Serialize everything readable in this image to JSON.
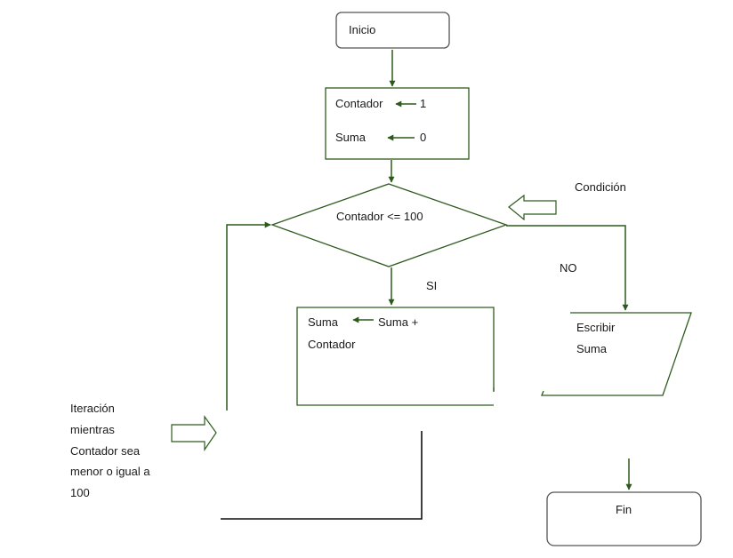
{
  "colors": {
    "stroke": "#2f5a1e",
    "arrow": "#2b5a1a",
    "background": "#ffffff"
  },
  "nodes": {
    "inicio": "Inicio",
    "init_contador_var": "Contador",
    "init_contador_val": "1",
    "init_suma_var": "Suma",
    "init_suma_val": "0",
    "decision": "Contador <= 100",
    "acc_target": "Suma",
    "acc_expr_line1": "Suma +",
    "acc_expr_line2": "Contador",
    "escribir_line1": "Escribir",
    "escribir_line2": "Suma",
    "fin": "Fin"
  },
  "labels": {
    "yes": "SI",
    "no": "NO",
    "condition": "Condición"
  },
  "note": {
    "line1": "Iteración",
    "line2": "mientras",
    "line3": "Contador sea",
    "line4": "menor  o igual a",
    "line5": "100"
  }
}
